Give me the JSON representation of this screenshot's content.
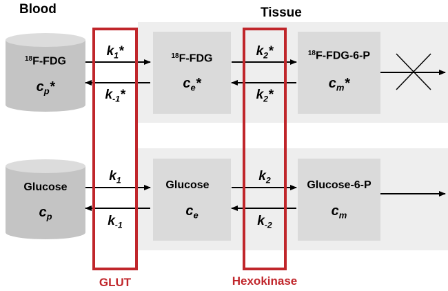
{
  "headers": {
    "blood": "Blood",
    "tissue": "Tissue"
  },
  "fdg_row": {
    "blood_pool": {
      "name_sup": "18",
      "name": "F-FDG",
      "conc": "c",
      "conc_sub": "p",
      "conc_star": "*"
    },
    "tissue_free": {
      "name_sup": "18",
      "name": "F-FDG",
      "conc": "c",
      "conc_sub": "e",
      "conc_star": "*"
    },
    "tissue_phos": {
      "name_sup": "18",
      "name": "F-FDG-6-P",
      "conc": "c",
      "conc_sub": "m",
      "conc_star": "*"
    },
    "k_forward_1": {
      "k": "k",
      "sub": "1",
      "star": "*"
    },
    "k_reverse_1": {
      "k": "k",
      "sub": "-1",
      "star": "*"
    },
    "k_forward_2": {
      "k": "k",
      "sub": "2",
      "star": "*"
    },
    "k_reverse_2": {
      "k": "k",
      "sub": "2",
      "star": "*"
    }
  },
  "glucose_row": {
    "blood_pool": {
      "name": "Glucose",
      "conc": "c",
      "conc_sub": "p"
    },
    "tissue_free": {
      "name": "Glucose",
      "conc": "c",
      "conc_sub": "e"
    },
    "tissue_phos": {
      "name": "Glucose-6-P",
      "conc": "c",
      "conc_sub": "m"
    },
    "k_forward_1": {
      "k": "k",
      "sub": "1"
    },
    "k_reverse_1": {
      "k": "k",
      "sub": "-1"
    },
    "k_forward_2": {
      "k": "k",
      "sub": "2"
    },
    "k_reverse_2": {
      "k": "k",
      "sub": "-2"
    }
  },
  "transporters": {
    "glut": "GLUT",
    "hexokinase": "Hexokinase"
  },
  "colors": {
    "red": "#c0262b",
    "band": "#eeeeee",
    "box": "#dadada",
    "cylinder": "#c4c4c4"
  }
}
